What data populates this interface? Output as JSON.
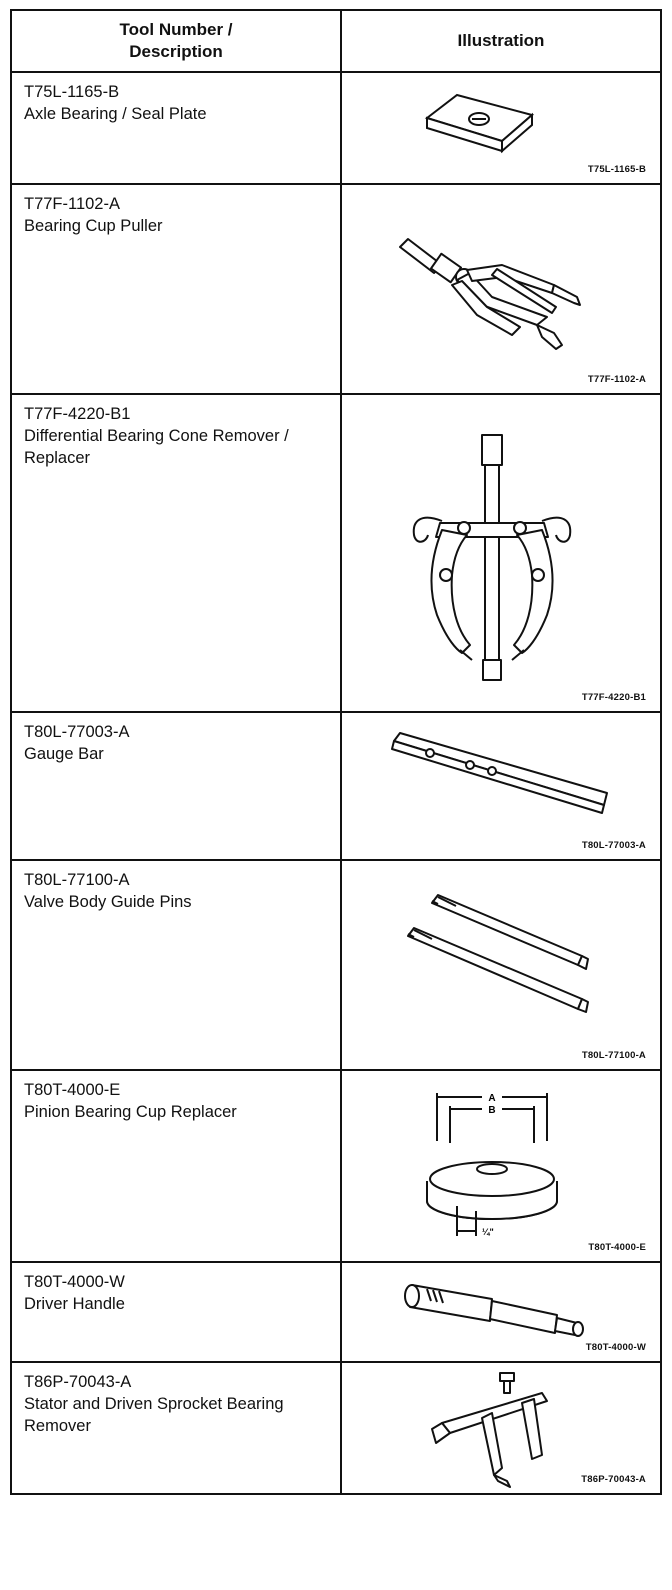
{
  "header": {
    "col1_line1": "Tool Number /",
    "col1_line2": "Description",
    "col2": "Illustration"
  },
  "tools": [
    {
      "code": "T75L-1165-B",
      "desc": "Axle Bearing / Seal Plate",
      "label": "T75L-1165-B"
    },
    {
      "code": "T77F-1102-A",
      "desc": "Bearing Cup Puller",
      "label": "T77F-1102-A"
    },
    {
      "code": "T77F-4220-B1",
      "desc": "Differential Bearing Cone Remover / Replacer",
      "label": "T77F-4220-B1"
    },
    {
      "code": "T80L-77003-A",
      "desc": "Gauge Bar",
      "label": "T80L-77003-A"
    },
    {
      "code": "T80L-77100-A",
      "desc": "Valve Body Guide Pins",
      "label": "T80L-77100-A"
    },
    {
      "code": "T80T-4000-E",
      "desc": "Pinion Bearing Cup Replacer",
      "label": "T80T-4000-E",
      "dims": {
        "a": "A",
        "b": "B",
        "c": "¼\""
      }
    },
    {
      "code": "T80T-4000-W",
      "desc": "Driver Handle",
      "label": "T80T-4000-W"
    },
    {
      "code": "T86P-70043-A",
      "desc": "Stator and Driven Sprocket Bearing Remover",
      "label": "T86P-70043-A"
    }
  ]
}
